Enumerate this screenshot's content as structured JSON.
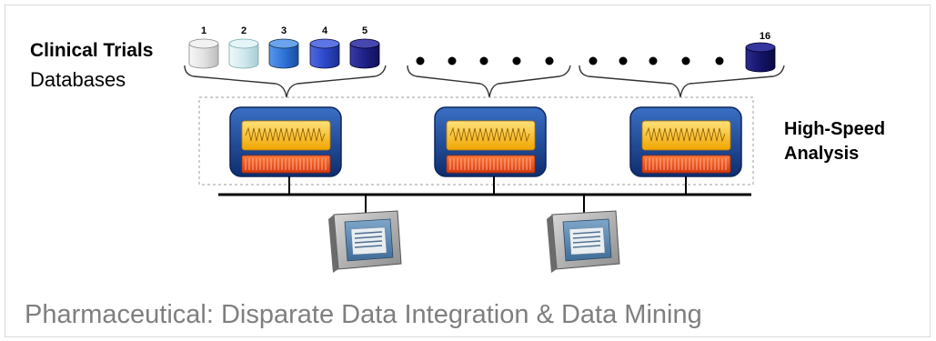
{
  "databases_group": {
    "title": "Clinical Trials",
    "subtitle": "Databases",
    "db_labels": [
      "1",
      "2",
      "3",
      "4",
      "5"
    ],
    "last_db_label": "16",
    "colors": {
      "db1": "#e2e2e2",
      "db2": "#cfe9ee",
      "db3": "#2f73d8",
      "db4": "#2d49c9",
      "db5": "#1f1f86",
      "db16": "#14146a"
    }
  },
  "analysis_group": {
    "title_line1": "High-Speed",
    "title_line2": "Analysis"
  },
  "caption": "Pharmaceutical: Disparate Data Integration & Data Mining",
  "icons": {
    "database": "cylinder-database-icon",
    "server": "processing-server-icon",
    "workstation": "workstation-monitor-icon",
    "ellipsis": "ellipsis-dots"
  },
  "accent_colors": {
    "server_frame": "#1b3f8f",
    "server_waveform": "#f4b400",
    "server_bars": "#e8531f",
    "dashed_border": "#9e9e9e"
  }
}
